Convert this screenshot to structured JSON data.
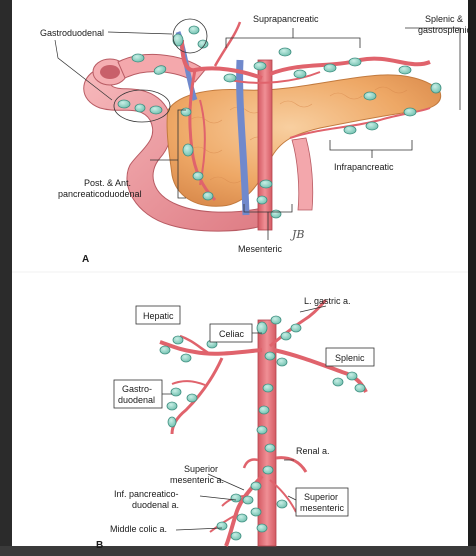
{
  "figure": {
    "panel_a": {
      "letter": "A",
      "labels": {
        "gastroduodenal": "Gastroduodenal",
        "suprapancreatic": "Suprapancreatic",
        "splenic_line1": "Splenic &",
        "splenic_line2": "gastrosplenic",
        "post_ant_line1": "Post. & Ant.",
        "post_ant_line2": "pancreaticoduodenal",
        "infrapancreatic": "Infrapancreatic",
        "mesenteric": "Mesenteric"
      }
    },
    "panel_b": {
      "letter": "B",
      "labels": {
        "hepatic": "Hepatic",
        "celiac": "Celiac",
        "l_gastric": "L. gastric a.",
        "splenic": "Splenic",
        "gastroduodenal_line1": "Gastro-",
        "gastroduodenal_line2": "duodenal",
        "renal": "Renal a.",
        "sup_mes_a_line1": "Superior",
        "sup_mes_a_line2": "mesenteric a.",
        "inf_panc_line1": "Inf. pancreatico-",
        "inf_panc_line2": "duodenal a.",
        "middle_colic": "Middle colic a.",
        "sup_mes_box_line1": "Superior",
        "sup_mes_box_line2": "mesenteric"
      }
    }
  },
  "colors": {
    "artery": "#e8747a",
    "artery_dark": "#c94b55",
    "vein": "#6f86c8",
    "pancreas": "#f0b27a",
    "pancreas_dark": "#d98a4a",
    "duodenum": "#f2a2a6",
    "node": "#8fd3c4",
    "node_edge": "#3f8f80"
  }
}
